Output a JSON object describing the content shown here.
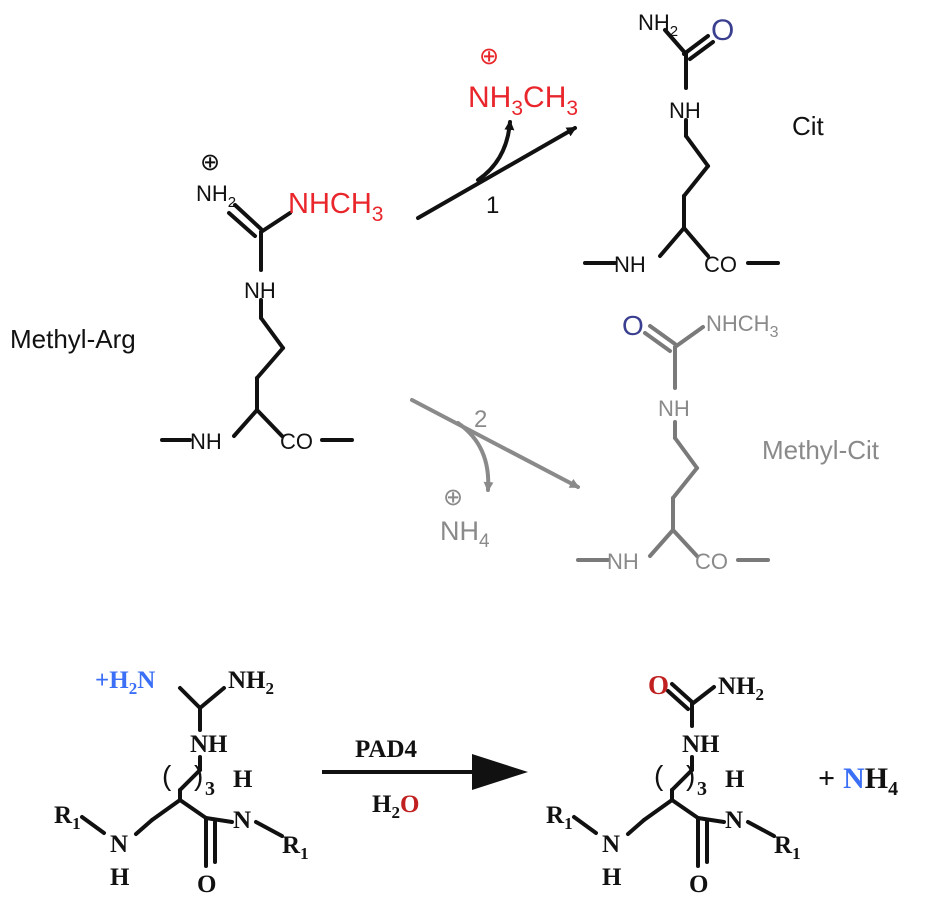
{
  "top_scheme": {
    "methyl_arg": {
      "name": "Methyl-Arg",
      "plus": "⊕",
      "nh2": "NH",
      "nh2_sub": "2",
      "nhch3_a": "NHCH",
      "nhch3_sub": "3",
      "nh": "NH",
      "nh_backbone": "NH",
      "co": "CO"
    },
    "path1": {
      "label": "1",
      "byproduct_plus": "⊕",
      "byproduct_a": "NH",
      "byproduct_sub1": "3",
      "byproduct_b": "CH",
      "byproduct_sub2": "3"
    },
    "cit": {
      "name": "Cit",
      "nh2": "NH",
      "nh2_sub": "2",
      "o": "O",
      "nh": "NH",
      "nh_backbone": "NH",
      "co": "CO"
    },
    "path2": {
      "label": "2",
      "byproduct_plus": "⊕",
      "byproduct_a": "NH",
      "byproduct_sub": "4"
    },
    "methyl_cit": {
      "name": "Methyl-Cit",
      "o": "O",
      "nhch3_a": "NHCH",
      "nhch3_sub": "3",
      "nh": "NH",
      "nh_backbone": "NH",
      "co": "CO"
    }
  },
  "bottom_scheme": {
    "reactant": {
      "plus_h2n": "+H",
      "plus_h2n_sub": "2",
      "plus_h2n_n": "N",
      "nh2": "NH",
      "nh2_sub": "2",
      "nh": "NH",
      "paren_open": "(",
      "paren_close": ")",
      "repeat_sub": "3",
      "r1_left": "R",
      "r1_left_sub": "1",
      "n_left": "N",
      "h_left": "H",
      "h_top": "H",
      "n_right": "N",
      "r1_right": "R",
      "r1_right_sub": "1",
      "o": "O"
    },
    "arrow": {
      "enzyme": "PAD4",
      "reagent_h": "H",
      "reagent_sub": "2",
      "reagent_o": "O"
    },
    "product": {
      "o": "O",
      "nh2": "NH",
      "nh2_sub": "2",
      "nh": "NH",
      "paren_open": "(",
      "paren_close": ")",
      "repeat_sub": "3",
      "r1_left": "R",
      "r1_left_sub": "1",
      "n_left": "N",
      "h_left": "H",
      "h_top": "H",
      "n_right": "N",
      "r1_right": "R",
      "r1_right_sub": "1",
      "o_bottom": "O"
    },
    "byproduct": {
      "plus": "+",
      "n": "N",
      "h": "H",
      "sub": "4"
    }
  },
  "colors": {
    "black": "#111111",
    "red": "#e8262b",
    "navy": "#3a3f8f",
    "gray": "#8a8a8a",
    "gray_dark": "#7a7a7a",
    "blue": "#3b6ff5",
    "dark_red": "#c0201f"
  }
}
